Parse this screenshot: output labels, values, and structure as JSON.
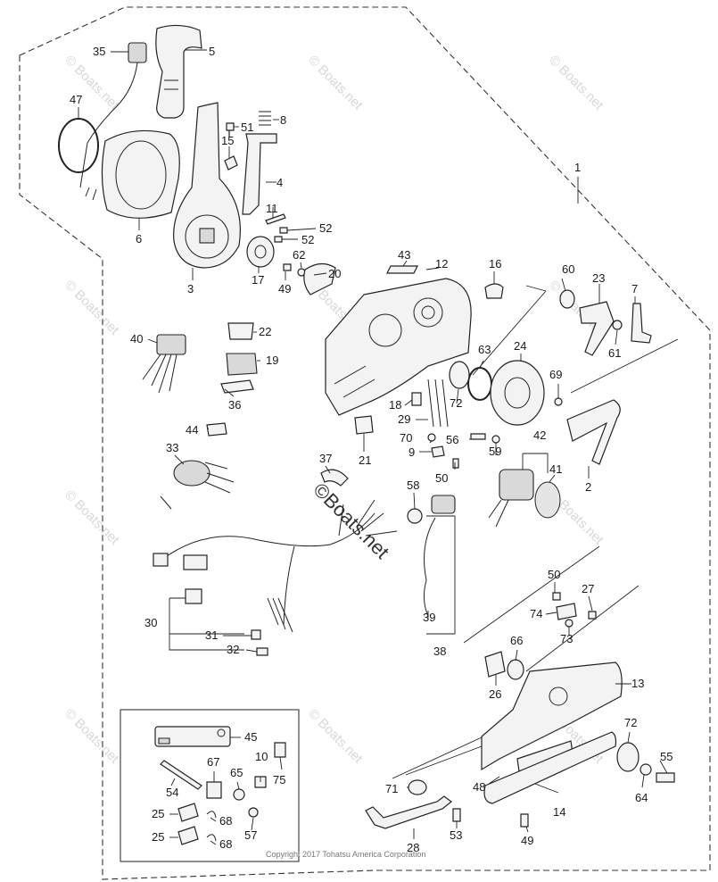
{
  "copyright": "Copyright 2017 Tohatsu America Corporation",
  "watermark_text": "© Boats.net",
  "watermark_text_large": "©Boats.net",
  "callout_labels": [
    "1",
    "2",
    "3",
    "4",
    "5",
    "6",
    "7",
    "8",
    "9",
    "10",
    "11",
    "12",
    "13",
    "14",
    "15",
    "16",
    "17",
    "18",
    "19",
    "20",
    "21",
    "22",
    "23",
    "24",
    "25",
    "25",
    "26",
    "27",
    "28",
    "29",
    "30",
    "31",
    "32",
    "33",
    "35",
    "36",
    "37",
    "38",
    "39",
    "40",
    "41",
    "42",
    "43",
    "44",
    "45",
    "47",
    "48",
    "49",
    "49",
    "50",
    "50",
    "51",
    "52",
    "52",
    "53",
    "54",
    "55",
    "56",
    "57",
    "58",
    "59",
    "60",
    "61",
    "62",
    "63",
    "64",
    "65",
    "66",
    "67",
    "68",
    "68",
    "69",
    "70",
    "71",
    "72",
    "72",
    "73",
    "74",
    "75"
  ]
}
